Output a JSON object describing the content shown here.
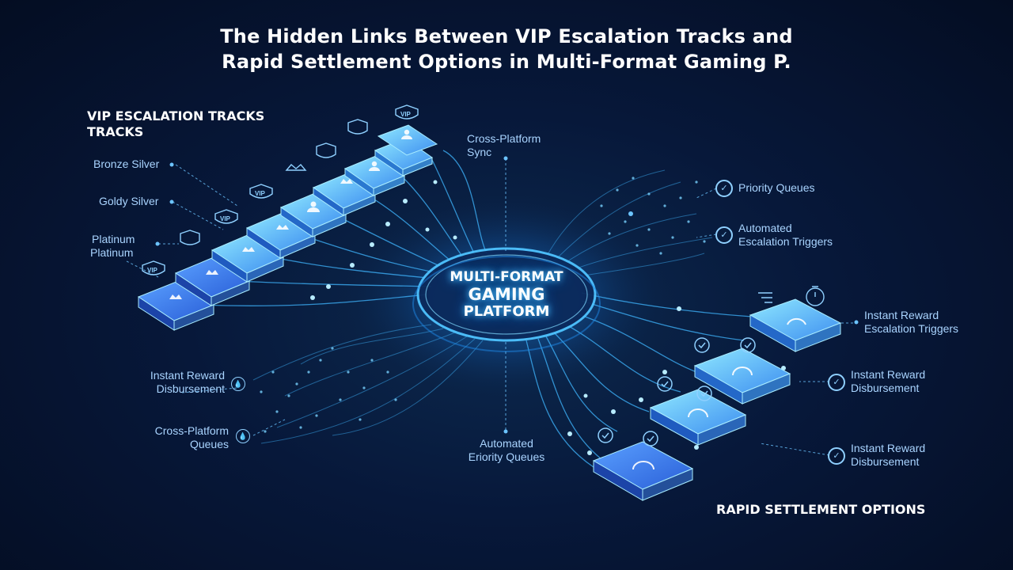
{
  "title": {
    "line1": "The Hidden Links Between VIP Escalation Tracks and",
    "line2": "Rapid Settlement Options in Multi-Format Gaming P."
  },
  "hub": {
    "line1": "MULTI-FORMAT",
    "line2": "GAMING",
    "line3": "PLATFORM"
  },
  "vip_section": {
    "heading_line1": "VIP ESCALATION TRACKS",
    "heading_line2": "TRACKS",
    "labels": {
      "bronze": "Bronze Silver",
      "goldy": "Goldy Silver",
      "platinum1": "Platinum",
      "platinum2": "Platinum"
    },
    "badge_text": "VIP"
  },
  "settlement_section": {
    "heading": "RAPID SETTLEMENT OPTIONS"
  },
  "callouts": {
    "cross_platform_sync": [
      "Cross-Platform",
      "Sync"
    ],
    "priority_queues": "Priority Queues",
    "automated_escalation": [
      "Automated",
      "Escalation Triggers"
    ],
    "instant_reward_escalation": [
      "Instant Reward",
      "Escalation Triggers"
    ],
    "instant_reward_disbursement_right1": [
      "Instant Reward",
      "Disbursement"
    ],
    "instant_reward_disbursement_right2": [
      "Instant Reward",
      "Disbursement"
    ],
    "instant_reward_disbursement_left": [
      "Instant Reward",
      "Disbursement"
    ],
    "cross_platform_queues": [
      "Cross-Platform",
      "Queues"
    ],
    "automated_eriority_queues": [
      "Automated",
      "Eriority Queues"
    ]
  },
  "colors": {
    "background": "#061433",
    "accent": "#4fc3ff",
    "tile_dark": "#2f6fe0",
    "tile_light": "#7fe3ff",
    "label": "#a9d4ff"
  },
  "icons": [
    "crown-icon",
    "user-icon",
    "vip-shield-icon",
    "check-circle-icon",
    "droplet-icon",
    "stopwatch-icon",
    "gauge-icon"
  ]
}
